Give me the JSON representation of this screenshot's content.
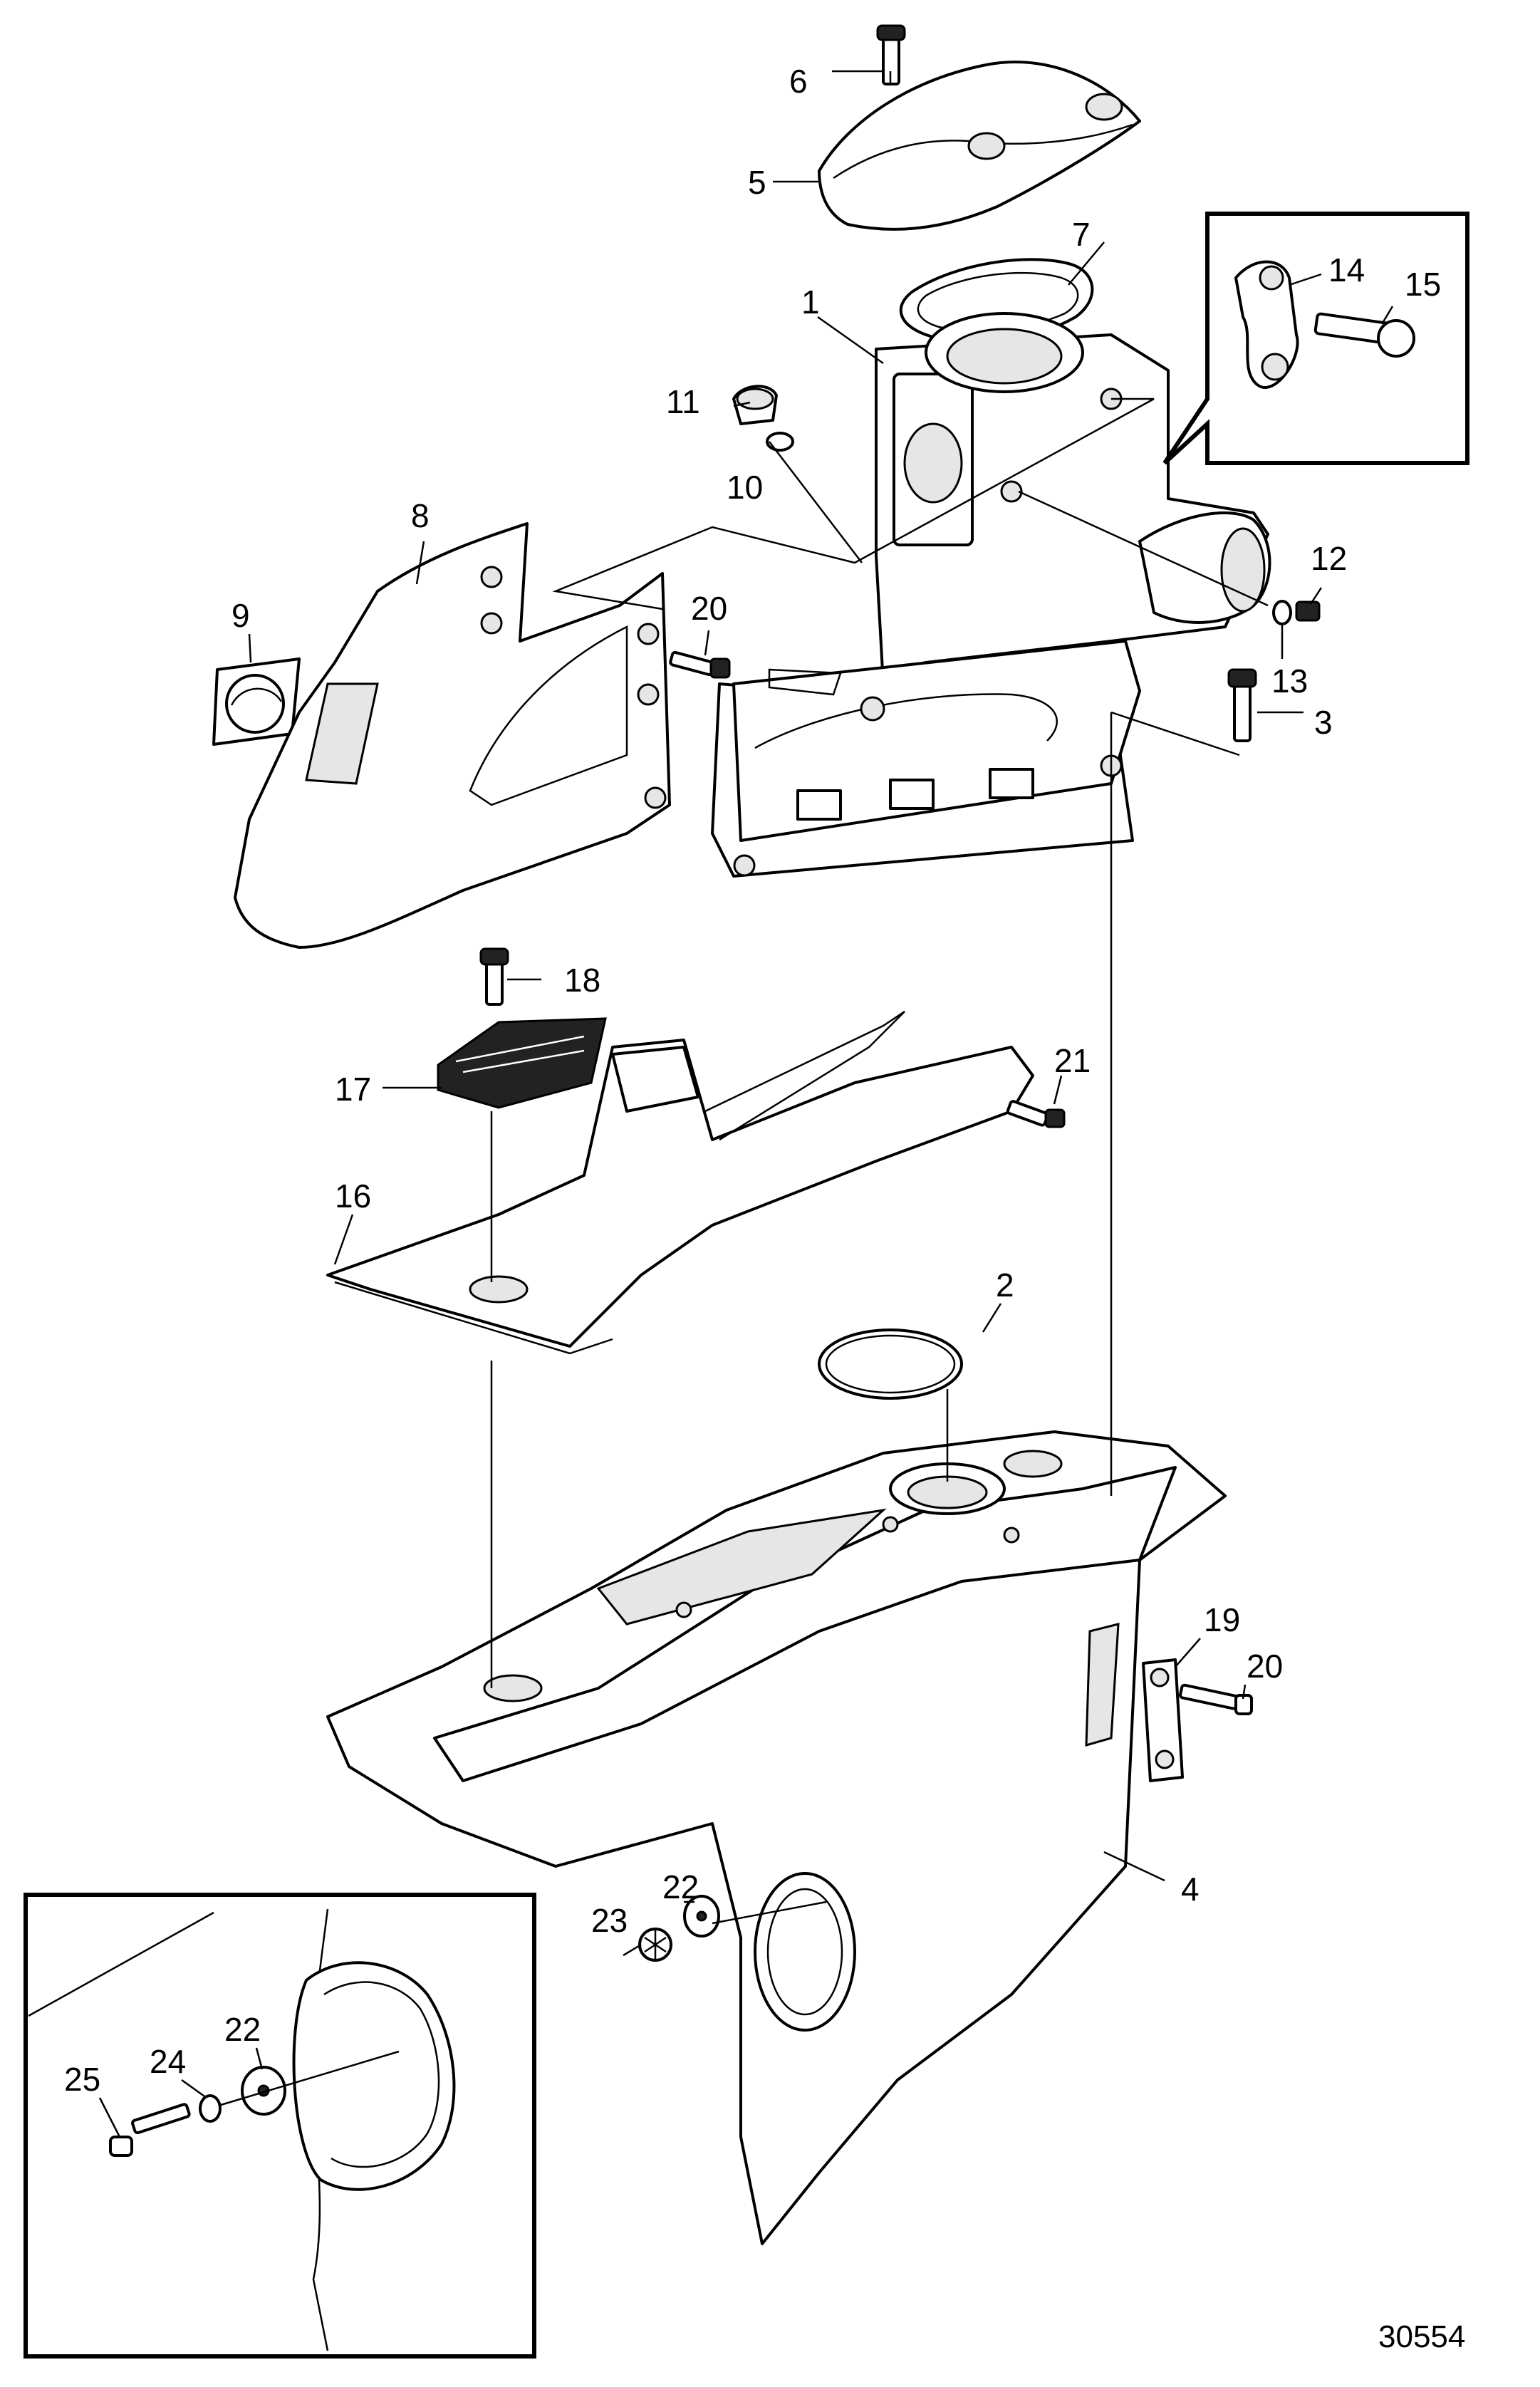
{
  "labels": {
    "p1": "1",
    "p2": "2",
    "p3": "3",
    "p4": "4",
    "p5": "5",
    "p6": "6",
    "p7": "7",
    "p8": "8",
    "p9": "9",
    "p10": "10",
    "p11": "11",
    "p12": "12",
    "p13": "13",
    "p14": "14",
    "p15": "15",
    "p16": "16",
    "p17": "17",
    "p18": "18",
    "p19": "19",
    "p20a": "20",
    "p20b": "20",
    "p21": "21",
    "p22a": "22",
    "p22b": "22",
    "p23": "23",
    "p24": "24",
    "p25": "25"
  },
  "drawing_number": "30554"
}
